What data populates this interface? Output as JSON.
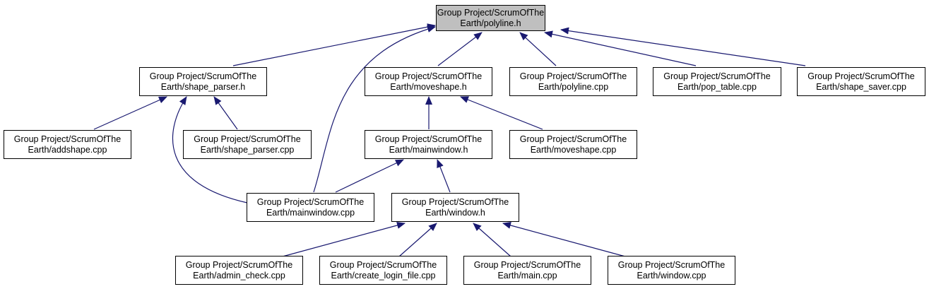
{
  "colors": {
    "edge": "#191970",
    "root_fill": "#bfbfbf",
    "node_fill": "#ffffff",
    "border": "#000000"
  },
  "nodes": {
    "polyline_h": {
      "line1": "Group Project/ScrumOfThe",
      "line2": "Earth/polyline.h"
    },
    "shape_parser_h": {
      "line1": "Group Project/ScrumOfThe",
      "line2": "Earth/shape_parser.h"
    },
    "moveshape_h": {
      "line1": "Group Project/ScrumOfThe",
      "line2": "Earth/moveshape.h"
    },
    "polyline_cpp": {
      "line1": "Group Project/ScrumOfThe",
      "line2": "Earth/polyline.cpp"
    },
    "pop_table_cpp": {
      "line1": "Group Project/ScrumOfThe",
      "line2": "Earth/pop_table.cpp"
    },
    "shape_saver_cpp": {
      "line1": "Group Project/ScrumOfThe",
      "line2": "Earth/shape_saver.cpp"
    },
    "addshape_cpp": {
      "line1": "Group Project/ScrumOfThe",
      "line2": "Earth/addshape.cpp"
    },
    "shape_parser_cpp": {
      "line1": "Group Project/ScrumOfThe",
      "line2": "Earth/shape_parser.cpp"
    },
    "mainwindow_h": {
      "line1": "Group Project/ScrumOfThe",
      "line2": "Earth/mainwindow.h"
    },
    "moveshape_cpp": {
      "line1": "Group Project/ScrumOfThe",
      "line2": "Earth/moveshape.cpp"
    },
    "mainwindow_cpp": {
      "line1": "Group Project/ScrumOfThe",
      "line2": "Earth/mainwindow.cpp"
    },
    "window_h": {
      "line1": "Group Project/ScrumOfThe",
      "line2": "Earth/window.h"
    },
    "admin_check_cpp": {
      "line1": "Group Project/ScrumOfThe",
      "line2": "Earth/admin_check.cpp"
    },
    "create_login_cpp": {
      "line1": "Group Project/ScrumOfThe",
      "line2": "Earth/create_login_file.cpp"
    },
    "main_cpp": {
      "line1": "Group Project/ScrumOfThe",
      "line2": "Earth/main.cpp"
    },
    "window_cpp": {
      "line1": "Group Project/ScrumOfThe",
      "line2": "Earth/window.cpp"
    }
  }
}
